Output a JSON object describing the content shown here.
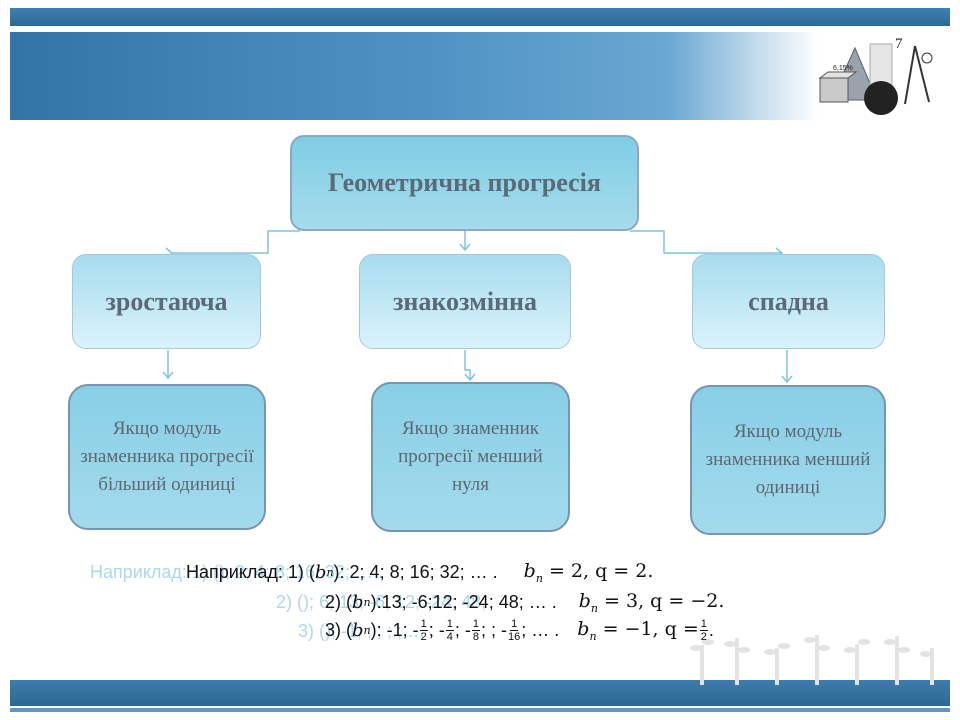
{
  "diagram": {
    "root": "Геометрична прогресія",
    "types": [
      "зростаюча",
      "знакозмінна",
      "спадна"
    ],
    "conditions": [
      "Якщо модуль знаменника прогресії більший одиниці",
      "Якщо знаменник прогресії менший нуля",
      "Якщо модуль знаменника менший одиниці"
    ]
  },
  "examples": {
    "intro": "Наприклад:",
    "ghost": {
      "line1": "Наприклад: 1) (); 2; 4; 8; 16; 32; … .",
      "line2": "2) (); 6; 13; -6; 12; -24; 48;",
      "line3": "3) (); -1; ; ; ; ; … ."
    },
    "line1": {
      "prefix": "Наприклад: 1) (",
      "seq_sym": "b",
      "seq_sub": "n",
      "terms": "): 2; 4; 8; 16; 32; … .",
      "formula": "b",
      "formula_sub": "n",
      "formula_rest": " = 2, q = 2."
    },
    "line2": {
      "prefix": "2) (",
      "seq_sym": "b",
      "seq_sub": "n",
      "terms": "):13; -6;12; -24; 48; … .",
      "formula": "b",
      "formula_sub": "n",
      "formula_rest": " = 3, q = −2."
    },
    "line3": {
      "prefix": "3) (",
      "seq_sym": "b",
      "seq_sub": "n",
      "terms_start": "): -1; -",
      "f1_num": "1",
      "f1_den": "2",
      "sep1": "; -",
      "f2_num": "1",
      "f2_den": "4",
      "sep2": "; -",
      "f3_num": "1",
      "f3_den": "8",
      "sep3": "; ; -",
      "f4_num": "1",
      "f4_den": "16",
      "end": "; … .",
      "formula": "b",
      "formula_sub": "n",
      "formula_rest": " = −1, q = ",
      "q_num": "1",
      "q_den": "2",
      "q_end": "."
    }
  },
  "decor": {
    "corner_text_1": "7",
    "corner_text_2": "6,15%"
  },
  "colors": {
    "header_blue": "#3374a6",
    "box_fill": "#a6dcec",
    "text_gray": "#5b6a77"
  }
}
